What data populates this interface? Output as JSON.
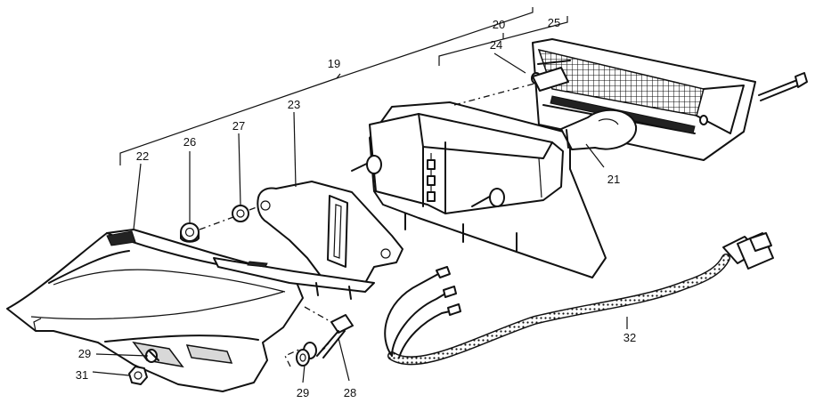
{
  "callouts": {
    "c19": "19",
    "c20": "20",
    "c21": "21",
    "c22": "22",
    "c23": "23",
    "c24": "24",
    "c25": "25",
    "c26": "26",
    "c27": "27",
    "c28": "28",
    "c29a": "29",
    "c29b": "29",
    "c31": "31",
    "c32": "32"
  }
}
